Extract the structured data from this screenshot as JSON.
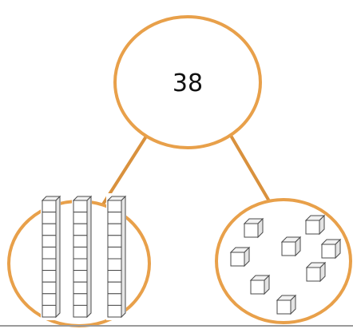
{
  "diagram": {
    "whole": {
      "value": "38"
    },
    "tens_part": {
      "rods": 3,
      "cubes_per_rod": 10
    },
    "ones_part": {
      "cubes": 8
    },
    "colors": {
      "circle_outline": "#E8A04A",
      "connector": "#D9913D",
      "cube_edge": "#4A4A4A",
      "cube_fill": "#FFFFFF",
      "baseline": "#9A9A9A"
    }
  }
}
